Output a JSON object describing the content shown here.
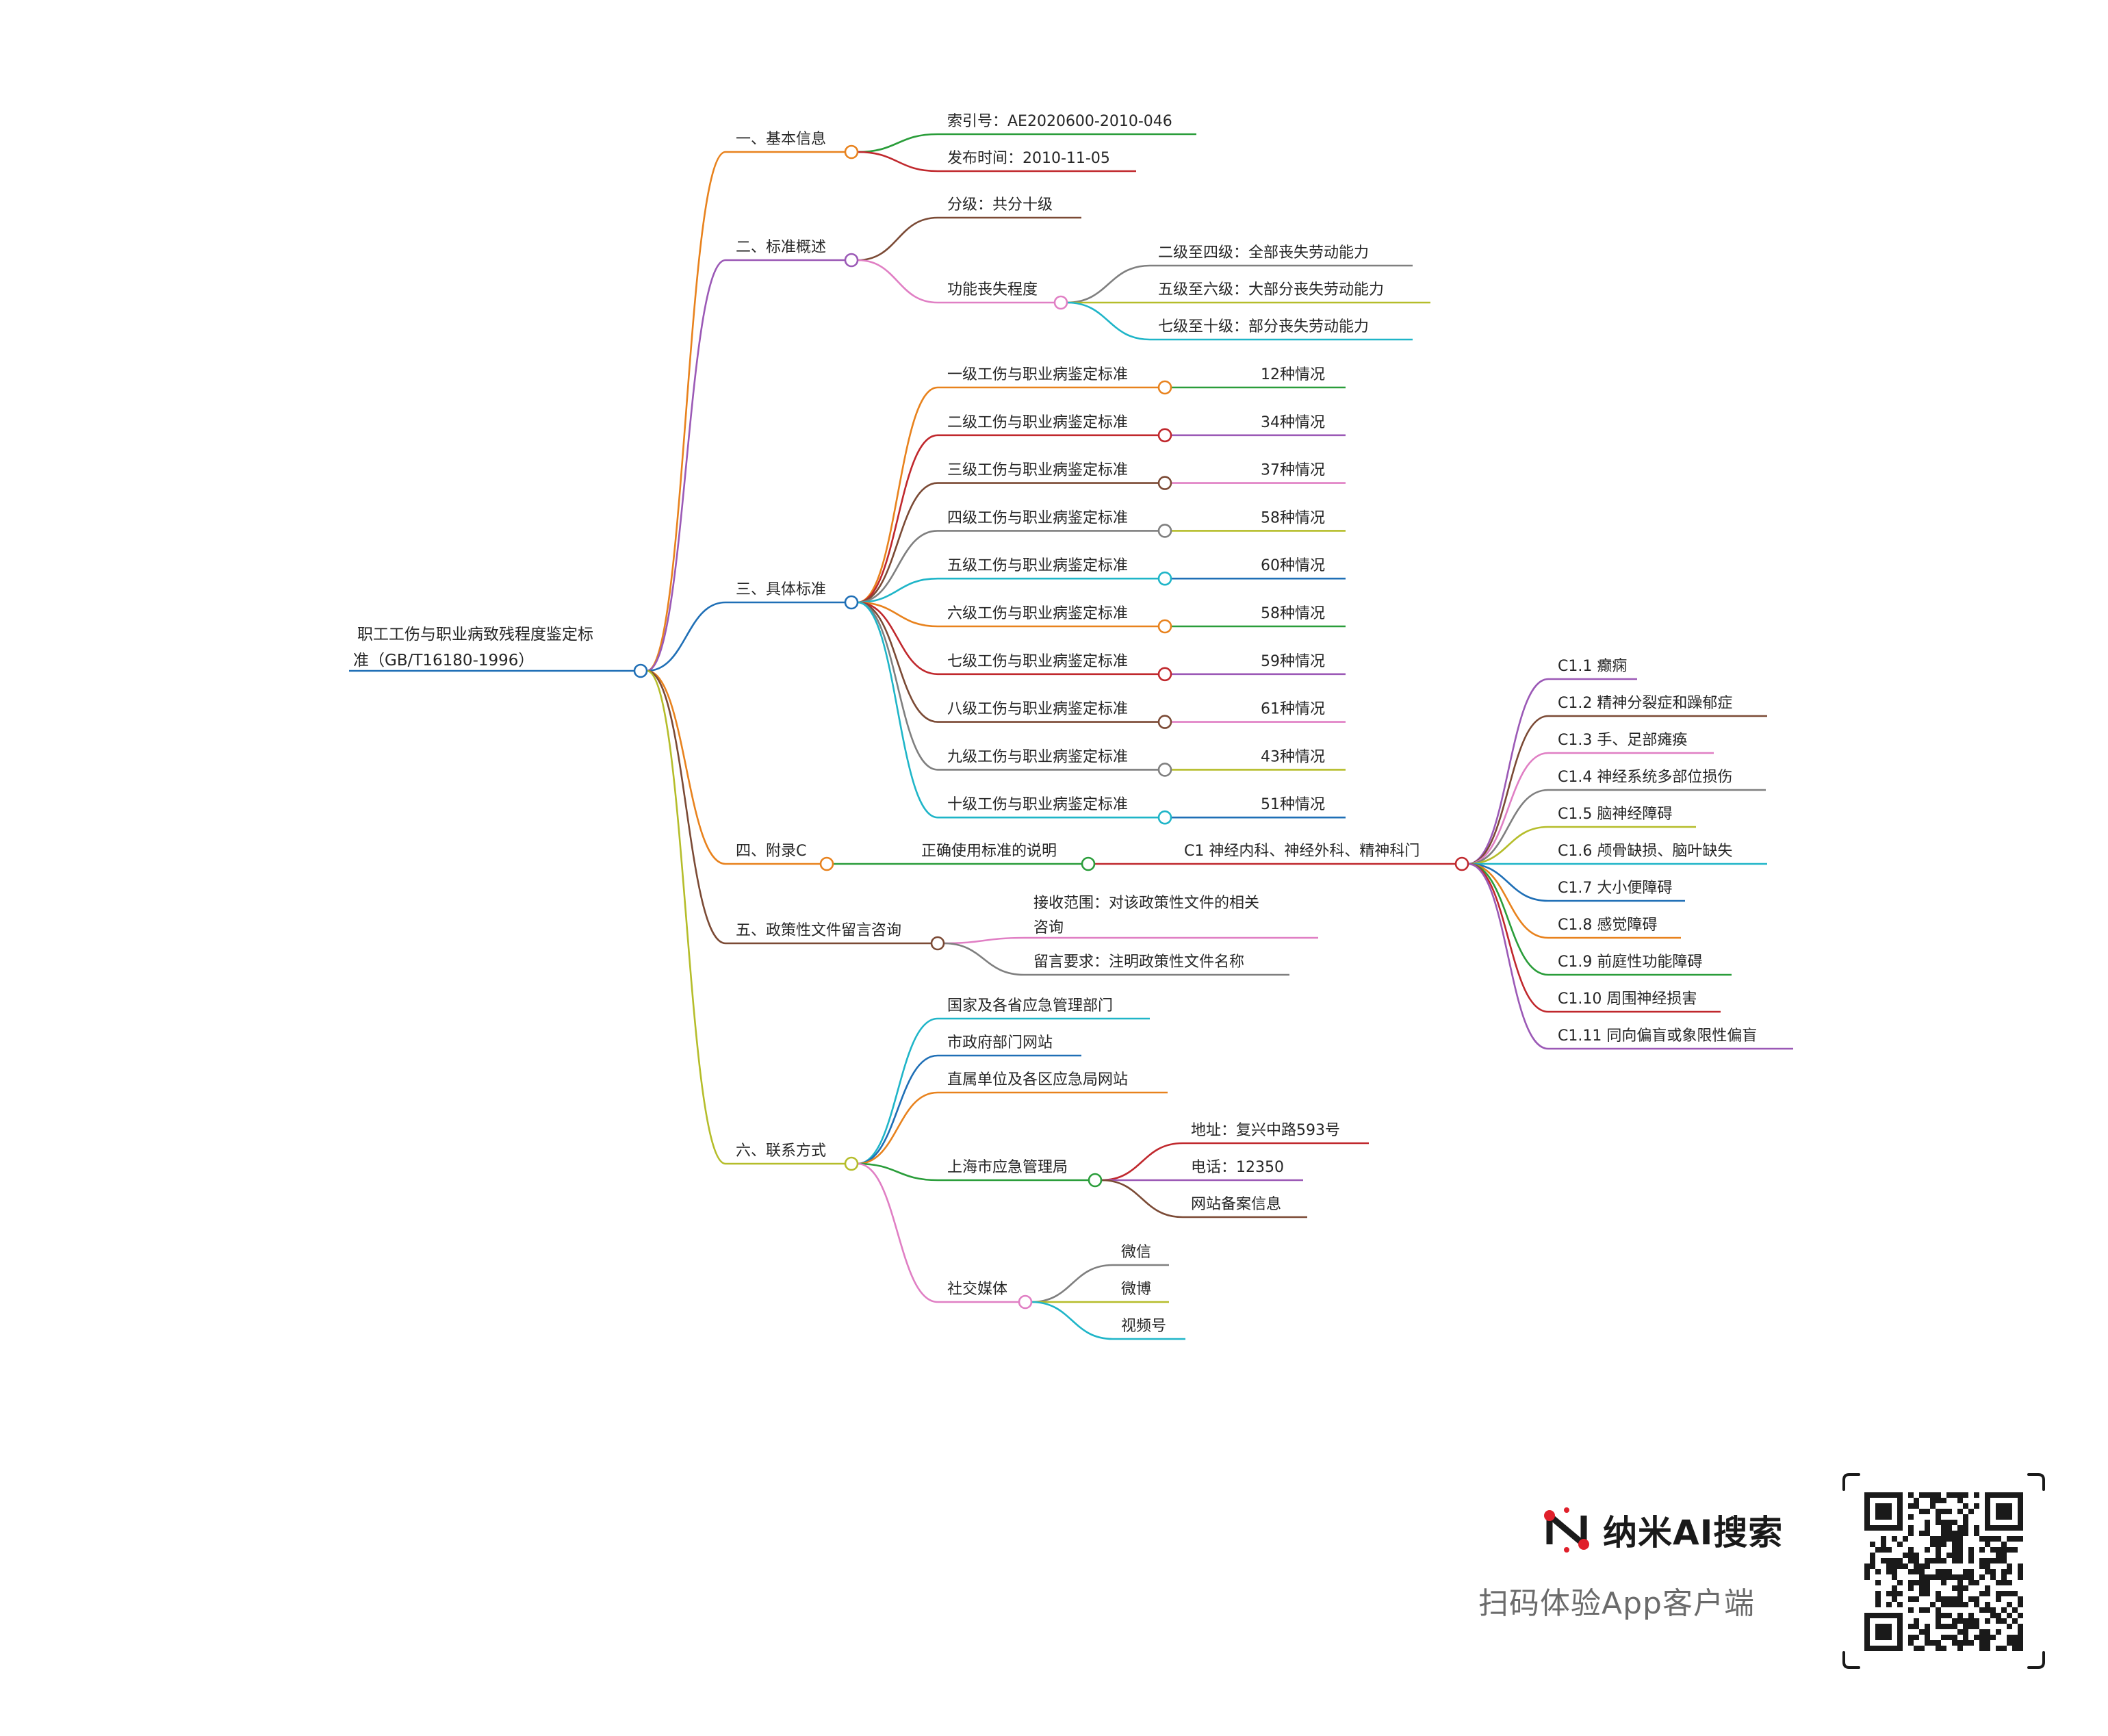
{
  "root": {
    "line1": "职工工伤与职业病致残程度鉴定标",
    "line2": "准（GB/T16180-1996）",
    "color": "#1f6fb6"
  },
  "branches": [
    {
      "label": "一、基本信息",
      "color": "#e8821d",
      "children": [
        {
          "label": "索引号：AE2020600-2010-046",
          "color": "#2a9d3a"
        },
        {
          "label": "发布时间：2010-11-05",
          "color": "#c0282d"
        }
      ]
    },
    {
      "label": "二、标准概述",
      "color": "#9b59b6",
      "children": [
        {
          "label": "分级：共分十级",
          "color": "#7b4a35"
        },
        {
          "label": "功能丧失程度",
          "color": "#e07fc4",
          "children": [
            {
              "label": "二级至四级：全部丧失劳动能力",
              "color": "#7f7f7f"
            },
            {
              "label": "五级至六级：大部分丧失劳动能力",
              "color": "#b5bd2a"
            },
            {
              "label": "七级至十级：部分丧失劳动能力",
              "color": "#1fb5c8"
            }
          ]
        }
      ]
    },
    {
      "label": "三、具体标准",
      "color": "#1f6fb6",
      "children": [
        {
          "label": "一级工伤与职业病鉴定标准",
          "color": "#e8821d",
          "value": "12种情况",
          "value_color": "#2a9d3a"
        },
        {
          "label": "二级工伤与职业病鉴定标准",
          "color": "#c0282d",
          "value": "34种情况",
          "value_color": "#9b59b6"
        },
        {
          "label": "三级工伤与职业病鉴定标准",
          "color": "#7b4a35",
          "value": "37种情况",
          "value_color": "#e07fc4"
        },
        {
          "label": "四级工伤与职业病鉴定标准",
          "color": "#7f7f7f",
          "value": "58种情况",
          "value_color": "#b5bd2a"
        },
        {
          "label": "五级工伤与职业病鉴定标准",
          "color": "#1fb5c8",
          "value": "60种情况",
          "value_color": "#1f6fb6"
        },
        {
          "label": "六级工伤与职业病鉴定标准",
          "color": "#e8821d",
          "value": "58种情况",
          "value_color": "#2a9d3a"
        },
        {
          "label": "七级工伤与职业病鉴定标准",
          "color": "#c0282d",
          "value": "59种情况",
          "value_color": "#9b59b6"
        },
        {
          "label": "八级工伤与职业病鉴定标准",
          "color": "#7b4a35",
          "value": "61种情况",
          "value_color": "#e07fc4"
        },
        {
          "label": "九级工伤与职业病鉴定标准",
          "color": "#7f7f7f",
          "value": "43种情况",
          "value_color": "#b5bd2a"
        },
        {
          "label": "十级工伤与职业病鉴定标准",
          "color": "#1fb5c8",
          "value": "51种情况",
          "value_color": "#1f6fb6"
        }
      ]
    },
    {
      "label": "四、附录C",
      "color": "#e8821d",
      "children": [
        {
          "label": "正确使用标准的说明",
          "color": "#2a9d3a",
          "children": [
            {
              "label": "C1 神经内科、神经外科、精神科门",
              "color": "#c0282d",
              "children": [
                {
                  "label": "C1.1 癫痫",
                  "color": "#9b59b6"
                },
                {
                  "label": "C1.2 精神分裂症和躁郁症",
                  "color": "#7b4a35"
                },
                {
                  "label": "C1.3 手、足部瘫痪",
                  "color": "#e07fc4"
                },
                {
                  "label": "C1.4 神经系统多部位损伤",
                  "color": "#7f7f7f"
                },
                {
                  "label": "C1.5 脑神经障碍",
                  "color": "#b5bd2a"
                },
                {
                  "label": "C1.6 颅骨缺损、脑叶缺失",
                  "color": "#1fb5c8"
                },
                {
                  "label": "C1.7 大小便障碍",
                  "color": "#1f6fb6"
                },
                {
                  "label": "C1.8 感觉障碍",
                  "color": "#e8821d"
                },
                {
                  "label": "C1.9 前庭性功能障碍",
                  "color": "#2a9d3a"
                },
                {
                  "label": "C1.10 周围神经损害",
                  "color": "#c0282d"
                },
                {
                  "label": "C1.11 同向偏盲或象限性偏盲",
                  "color": "#9b59b6"
                }
              ]
            }
          ]
        }
      ]
    },
    {
      "label": "五、政策性文件留言咨询",
      "color": "#7b4a35",
      "children": [
        {
          "label": "接收范围：对该政策性文件的相关",
          "label2": "咨询",
          "color": "#e07fc4"
        },
        {
          "label": "留言要求：注明政策性文件名称",
          "color": "#7f7f7f"
        }
      ]
    },
    {
      "label": "六、联系方式",
      "color": "#b5bd2a",
      "children": [
        {
          "label": "国家及各省应急管理部门",
          "color": "#1fb5c8"
        },
        {
          "label": "市政府部门网站",
          "color": "#1f6fb6"
        },
        {
          "label": "直属单位及各区应急局网站",
          "color": "#e8821d"
        },
        {
          "label": "上海市应急管理局",
          "color": "#2a9d3a",
          "children": [
            {
              "label": "地址：复兴中路593号",
              "color": "#c0282d"
            },
            {
              "label": "电话：12350",
              "color": "#9b59b6"
            },
            {
              "label": "网站备案信息",
              "color": "#7b4a35"
            }
          ]
        },
        {
          "label": "社交媒体",
          "color": "#e07fc4",
          "children": [
            {
              "label": "微信",
              "color": "#7f7f7f"
            },
            {
              "label": "微博",
              "color": "#b5bd2a"
            },
            {
              "label": "视频号",
              "color": "#1fb5c8"
            }
          ]
        }
      ]
    }
  ],
  "branding": {
    "name": "纳米AI搜索",
    "tagline": "扫码体验App客户端",
    "logo_icon": "nano-ai-logo-icon",
    "qr_icon": "qr-code-icon",
    "logo_color": "#e0202b"
  }
}
